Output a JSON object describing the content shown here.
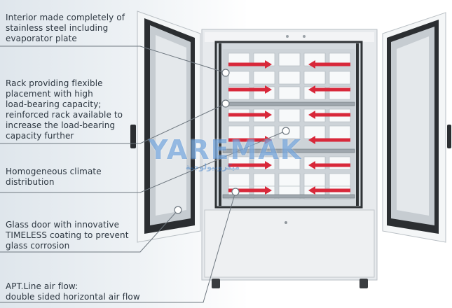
{
  "callouts": {
    "interior": "Interior made completely of\nstainless steel including\nevaporator plate",
    "rack": "Rack providing flexible\nplacement with high\nload-bearing capacity;\nreinforced rack available to\nincrease the load-bearing\ncapacity further",
    "climate": "Homogeneous climate\ndistribution",
    "glass_door": "Glass door with innovative\nTIMELESS coating to prevent\nglass corrosion",
    "airflow": "APT.Line air flow:\ndouble sided horizontal air flow"
  },
  "watermark": {
    "text": "YAREMAK",
    "sub": "ميكروبيولوجية"
  },
  "colors": {
    "arrow_red": "#d8283a",
    "steel": "#c9cfd4",
    "door_frame": "#2b2e31",
    "callout_line": "#6f7880"
  }
}
